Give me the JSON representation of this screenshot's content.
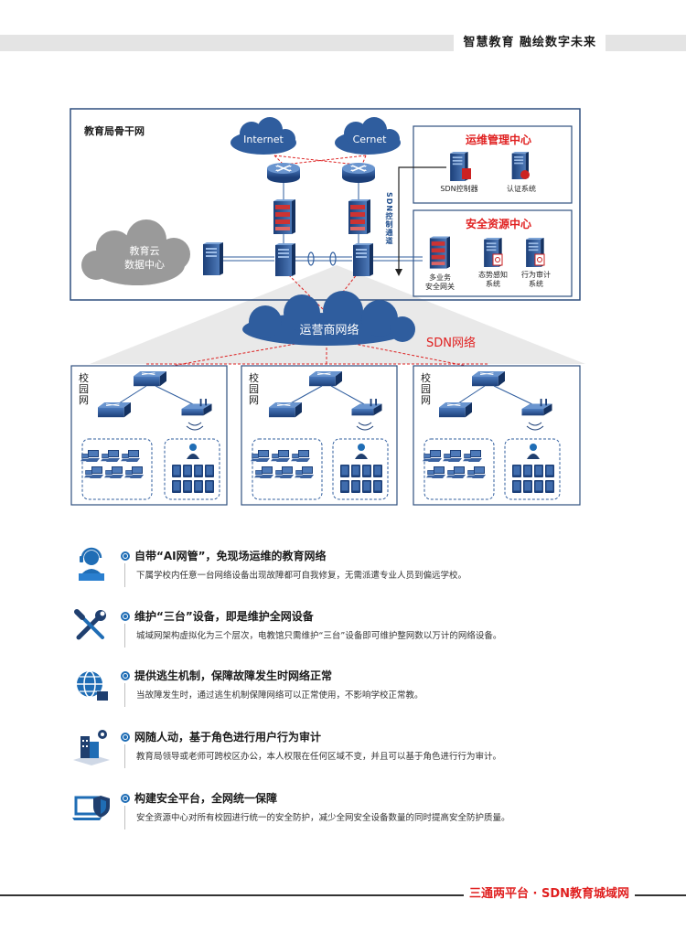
{
  "header": {
    "title": "智慧教育 融绘数字未来"
  },
  "diagram": {
    "backbone_label": "教育局骨干网",
    "internet": "Internet",
    "cernet": "Cernet",
    "edu_cloud_line1": "教育云",
    "edu_cloud_line2": "数据中心",
    "ops_center": {
      "title": "运维管理中心",
      "sdn_controller": "SDN控制器",
      "auth_system": "认证系统"
    },
    "security_center": {
      "title": "安全资源中心",
      "gateway_line1": "多业务",
      "gateway_line2": "安全网关",
      "awareness_line1": "态势感知",
      "awareness_line2": "系统",
      "audit_line1": "行为审计",
      "audit_line2": "系统"
    },
    "sdn_channel": "SDN控制通道",
    "carrier_network": "运营商网络",
    "sdn_network": "SDN网络",
    "campus_label": "校园网"
  },
  "features": [
    {
      "icon": "headset-support-icon",
      "title": "自带“AI网管”，免现场运维的教育网络",
      "desc": "下属学校内任意一台网络设备出现故障都可自我修复，无需派遣专业人员到偏远学校。"
    },
    {
      "icon": "wrench-screwdriver-icon",
      "title": "维护“三台”设备，即是维护全网设备",
      "desc": "城域网架构虚拟化为三个层次，电教馆只需维护“三台”设备即可维护整网数以万计的网络设备。"
    },
    {
      "icon": "globe-network-icon",
      "title": "提供逃生机制，保障故障发生时网络正常",
      "desc": "当故障发生时，通过逃生机制保障网络可以正常使用，不影响学校正常教。"
    },
    {
      "icon": "campus-location-icon",
      "title": "网随人动，基于角色进行用户行为审计",
      "desc": "教育局领导或老师可跨校区办公，本人权限在任何区域不变，并且可以基于角色进行行为审计。"
    },
    {
      "icon": "laptop-shield-icon",
      "title": "构建安全平台，全网统一保障",
      "desc": "安全资源中心对所有校园进行统一的安全防护，减少全网安全设备数量的同时提高安全防护质量。"
    }
  ],
  "footer": {
    "text": "三通两平台 · SDN教育城域网"
  },
  "colors": {
    "accent_blue": "#1f4d8c",
    "accent_red": "#e02020",
    "cloud_blue": "#2f5d9e",
    "cloud_gray": "#9a9a9a"
  }
}
